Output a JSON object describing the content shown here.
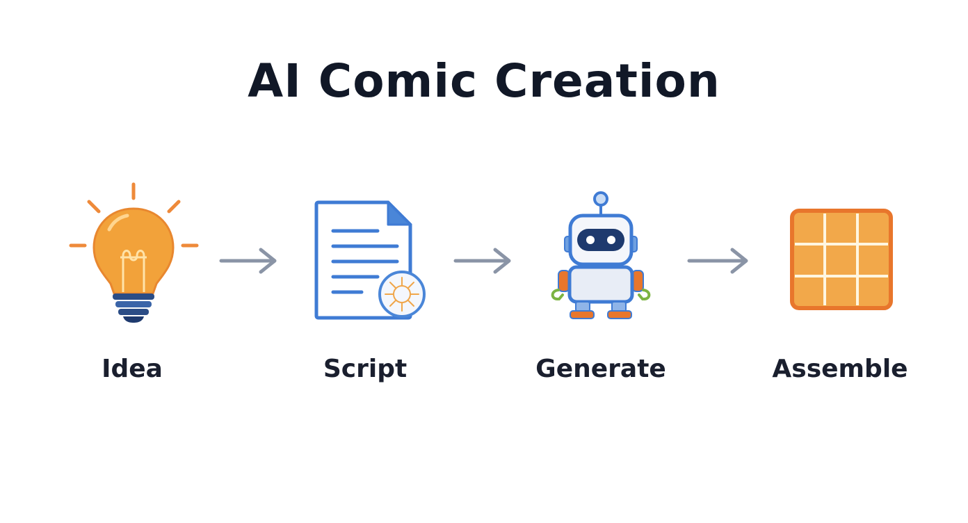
{
  "title": "AI Comic Creation",
  "steps": [
    {
      "label": "Idea",
      "icon": "lightbulb-icon"
    },
    {
      "label": "Script",
      "icon": "script-document-icon"
    },
    {
      "label": "Generate",
      "icon": "robot-icon"
    },
    {
      "label": "Assemble",
      "icon": "comic-grid-icon"
    }
  ],
  "colors": {
    "title": "#111827",
    "orange": "#f2a23a",
    "orange_dark": "#e8762c",
    "blue": "#3f7bd4",
    "navy": "#1e3a6e",
    "arrow": "#8a94a6"
  }
}
